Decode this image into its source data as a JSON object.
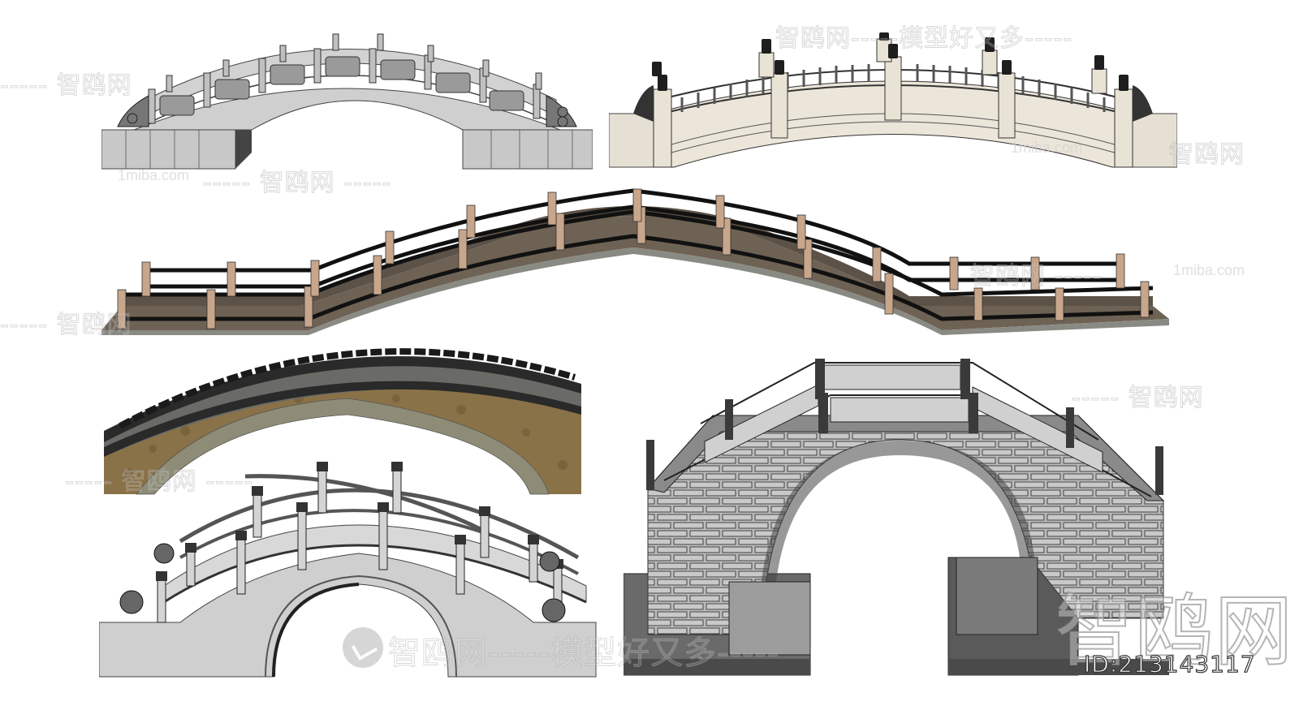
{
  "image": {
    "description": "Collage of six arched bridge 3D model renders",
    "background": "#ffffff"
  },
  "bridges": [
    {
      "id": "stone-carved-panel-bridge",
      "label": "Carved stone panel arch bridge",
      "colors": {
        "stone": "#c9c9c9",
        "dark": "#555555"
      }
    },
    {
      "id": "european-balustrade-bridge",
      "label": "Cream balustrade arch bridge with dark lamp posts",
      "colors": {
        "stone": "#eae4d8",
        "lamp": "#1e1e1e"
      }
    },
    {
      "id": "wooden-rail-footbridge",
      "label": "Long gravel footbridge with wooden posts and black rails",
      "colors": {
        "post": "#c8a68c",
        "deck": "#6e6254",
        "rail": "#111111"
      }
    },
    {
      "id": "rubble-stone-arch",
      "label": "Rubble stone arch with dark stepped top",
      "colors": {
        "rubble": "#8a7248",
        "voussoir": "#8e8c76",
        "top": "#2a2a2a"
      }
    },
    {
      "id": "grey-hump-bridge",
      "label": "Grey humpback bridge with ornamental railings",
      "colors": {
        "stone": "#cfcfcf",
        "dark": "#3a3a3a"
      }
    },
    {
      "id": "brick-arch-bridge",
      "label": "Large grey brick arch bridge",
      "colors": {
        "brick": "#bdbdbd",
        "mortar": "#4a4a4a"
      }
    }
  ],
  "watermarks": {
    "brand": "智鸥网",
    "slogan": "模型好又多",
    "dashes": "-----",
    "domain": "1miba.com",
    "full_line": "智鸥网-----模型好又多-----"
  },
  "id_label": "ID:213143117"
}
